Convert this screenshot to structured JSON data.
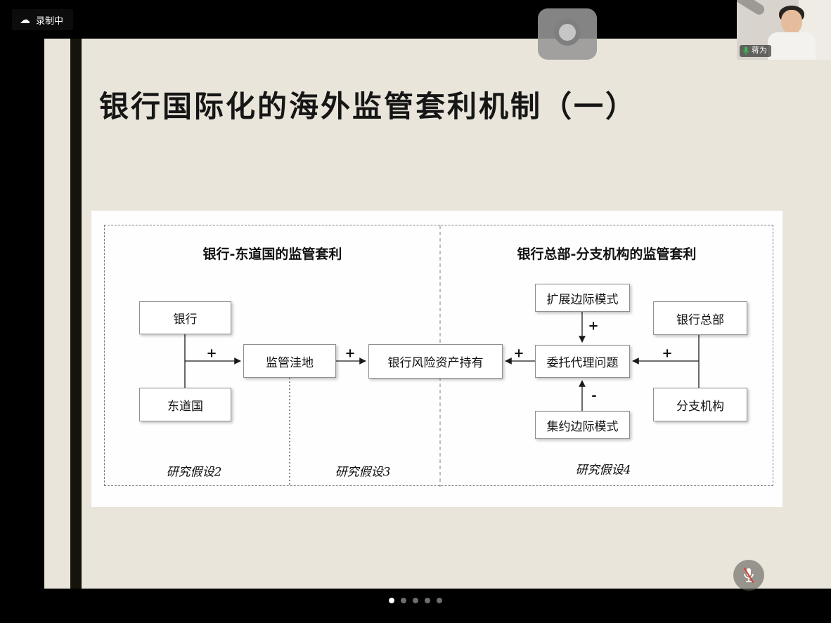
{
  "meeting": {
    "recording_label": "录制中",
    "participant_name": "蒋为"
  },
  "slide": {
    "title": "银行国际化的海外监管套利机制（一）"
  },
  "diagram": {
    "left": {
      "header": "银行-东道国的监管套利",
      "box_bank": "银行",
      "box_host": "东道国",
      "box_haven": "监管洼地",
      "box_risk": "银行风险资产持有",
      "sign_merge": "+",
      "sign_haven_to_risk": "+",
      "hyp2": "研究假设2",
      "hyp3": "研究假设3"
    },
    "right": {
      "header": "银行总部-分支机构的监管套利",
      "box_extensive": "扩展边际模式",
      "box_hq": "银行总部",
      "box_agency": "委托代理问题",
      "box_branch": "分支机构",
      "box_intensive": "集约边际模式",
      "sign_extensive_to_agency": "+",
      "sign_intensive_to_agency": "-",
      "sign_merge": "+",
      "sign_agency_to_risk": "+",
      "hyp4": "研究假设4"
    }
  },
  "pagination": {
    "dot_count": 5,
    "active_index": 0
  },
  "colors": {
    "slide_background": "#e9e5da",
    "mic_on_green": "#35c24d",
    "mic_muted_red": "#e03a2f",
    "recording_badge_bg": "#0c0c0c"
  }
}
